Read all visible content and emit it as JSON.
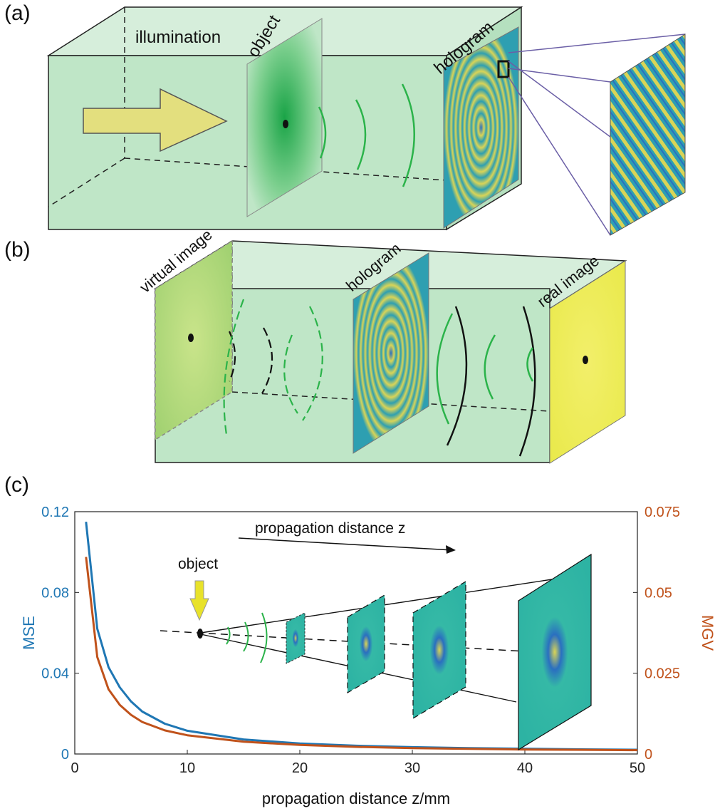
{
  "panel_a": {
    "label": "(a)",
    "illumination": "illumination",
    "object": "object",
    "hologram": "hologram"
  },
  "panel_b": {
    "label": "(b)",
    "virtual_image": "virtual image",
    "hologram": "hologram",
    "real_image": "real image"
  },
  "panel_c": {
    "label": "(c)",
    "object": "object",
    "propagation_arrow": "propagation distance z"
  },
  "colors": {
    "box_fill": "#bfe6c7",
    "mse_color": "#1f77b4",
    "mgv_color": "#c0521b",
    "wave_green": "#2bb34a",
    "frame_teal": "#2db3a3",
    "arrow_yellow": "#e3df7e"
  },
  "chart_data": {
    "type": "line",
    "xlabel": "propagation distance z/mm",
    "ylabel_left": "MSE",
    "ylabel_right": "MGV",
    "xlim": [
      0,
      50
    ],
    "ylim_left": [
      0,
      0.12
    ],
    "ylim_right": [
      0,
      0.075
    ],
    "xticks": [
      "0",
      "10",
      "20",
      "30",
      "40",
      "50"
    ],
    "yticks_left": [
      "0",
      "0.04",
      "0.08",
      "0.12"
    ],
    "yticks_right": [
      "0",
      "0.025",
      "0.05",
      "0.075"
    ],
    "x": [
      1,
      2,
      3,
      4,
      5,
      6,
      8,
      10,
      15,
      20,
      25,
      30,
      35,
      40,
      45,
      50
    ],
    "series": [
      {
        "name": "MSE",
        "axis": "left",
        "color": "#1f77b4",
        "values": [
          0.115,
          0.062,
          0.043,
          0.033,
          0.026,
          0.021,
          0.015,
          0.0115,
          0.0072,
          0.0052,
          0.0041,
          0.0034,
          0.0029,
          0.0026,
          0.0023,
          0.0021
        ]
      },
      {
        "name": "MGV",
        "axis": "right",
        "color": "#c0521b",
        "values": [
          0.061,
          0.03,
          0.02,
          0.0152,
          0.0121,
          0.0099,
          0.0073,
          0.0058,
          0.0038,
          0.0028,
          0.0022,
          0.0018,
          0.0016,
          0.0014,
          0.0013,
          0.0012
        ]
      }
    ]
  }
}
